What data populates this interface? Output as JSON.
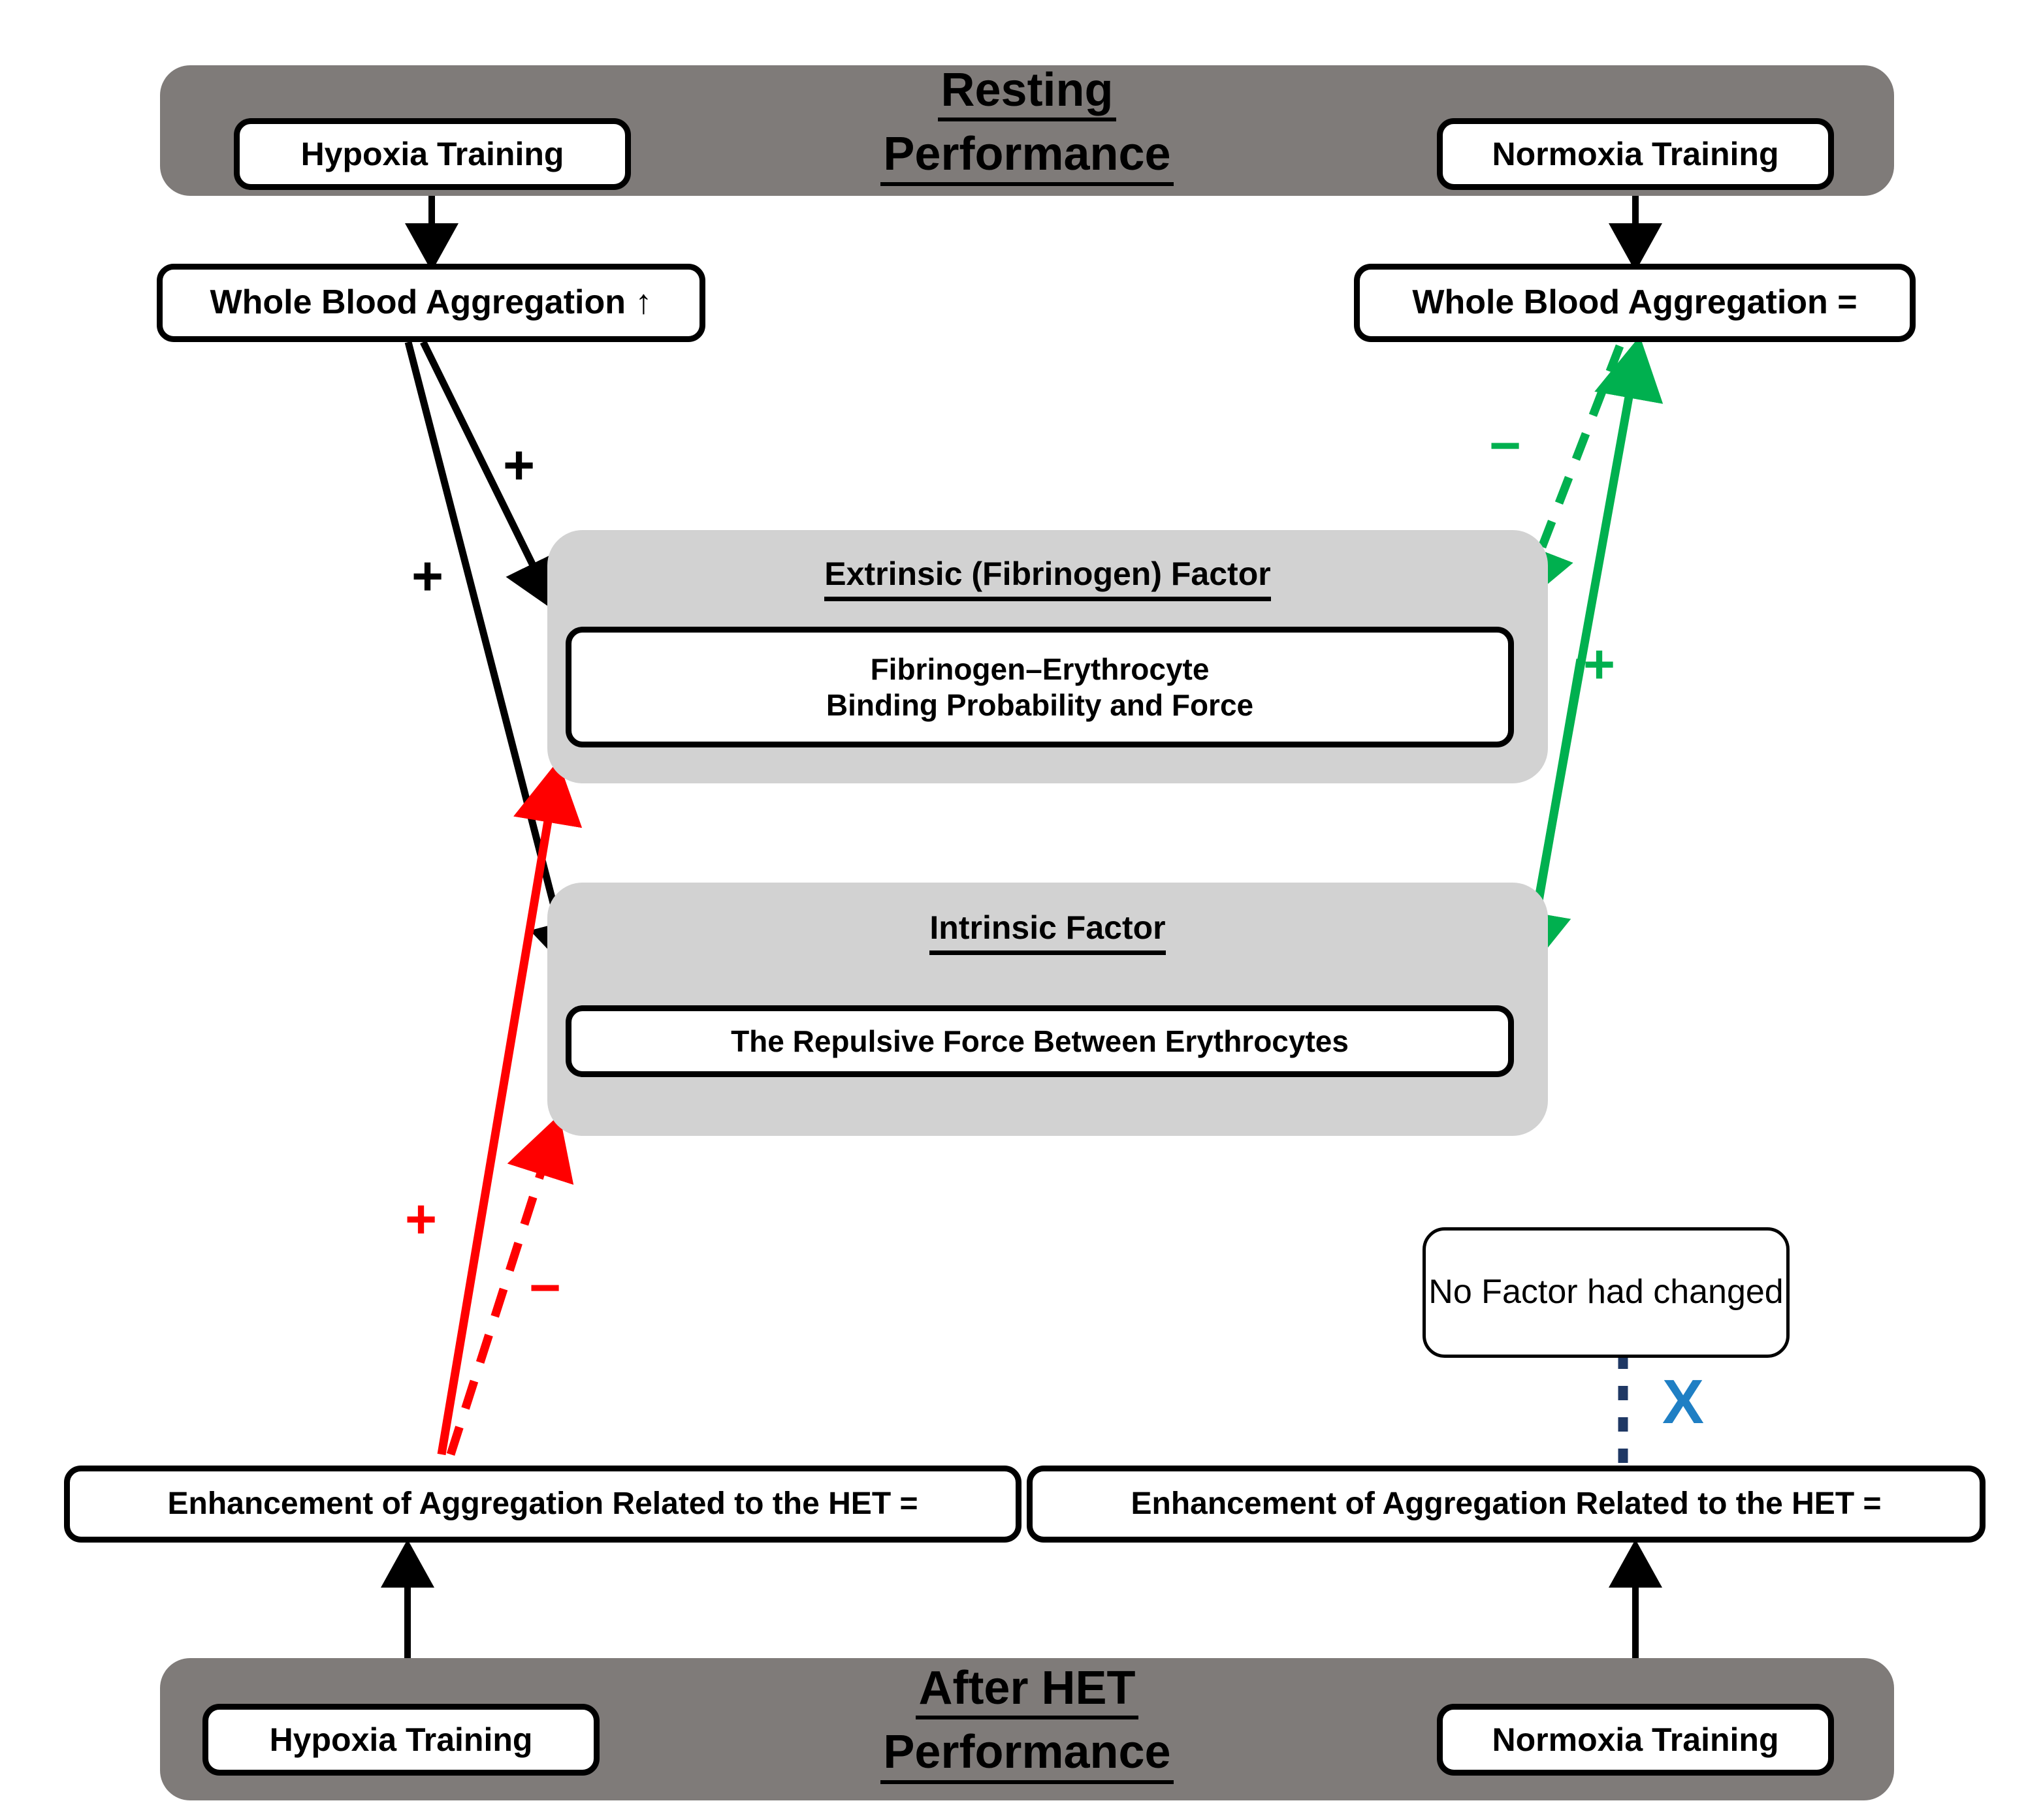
{
  "figure": {
    "type": "flow-diagram",
    "title_top": [
      "Resting",
      "Performance"
    ],
    "title_bottom": [
      "After HET",
      "Performance"
    ]
  },
  "top_banner": {
    "name": "resting-performance-banner",
    "title_line1": "Resting",
    "title_line2": "Performance",
    "left_node": "Hypoxia Training",
    "right_node": "Normoxia Training",
    "background_color": "#7F7B79"
  },
  "bottom_banner": {
    "name": "after-het-performance-banner",
    "title_line1": "After HET",
    "title_line2": "Performance",
    "left_node": "Hypoxia Training",
    "right_node": "Normoxia Training",
    "background_color": "#7F7B79"
  },
  "aggregation": {
    "left": "Whole Blood Aggregation ↑",
    "right": "Whole Blood Aggregation ="
  },
  "factors": {
    "extrinsic": {
      "title": "Extrinsic (Fibrinogen)  Factor",
      "body_line1": "Fibrinogen–Erythrocyte",
      "body_line2": "Binding Probability and  Force",
      "background_color": "#D2D2D2"
    },
    "intrinsic": {
      "title": "Intrinsic Factor",
      "body": "The Repulsive Force Between Erythrocytes",
      "background_color": "#D2D2D2"
    }
  },
  "outcomes": {
    "left": "Enhancement of Aggregation Related to the HET =",
    "right": "Enhancement of Aggregation Related to the HET =",
    "note": "No Factor had changed",
    "blocked_marker": "X"
  },
  "signs": {
    "black_plus_upper": "+",
    "black_plus_lower": "+",
    "green_minus": "−",
    "green_plus": "+",
    "red_plus": "+",
    "red_minus": "−"
  },
  "colors": {
    "black": "#000000",
    "green": "#00B04F",
    "red": "#FF0000",
    "blue": "#1F7FC4",
    "navy_dotted": "#1F3864",
    "banner_grey": "#7F7B79",
    "factor_grey": "#D2D2D2"
  },
  "legend_semantics": {
    "solid_arrow": "direct effect",
    "dashed_arrow": "attenuated / indirect effect",
    "dotted_line_with_x": "no effect / blocked pathway"
  }
}
